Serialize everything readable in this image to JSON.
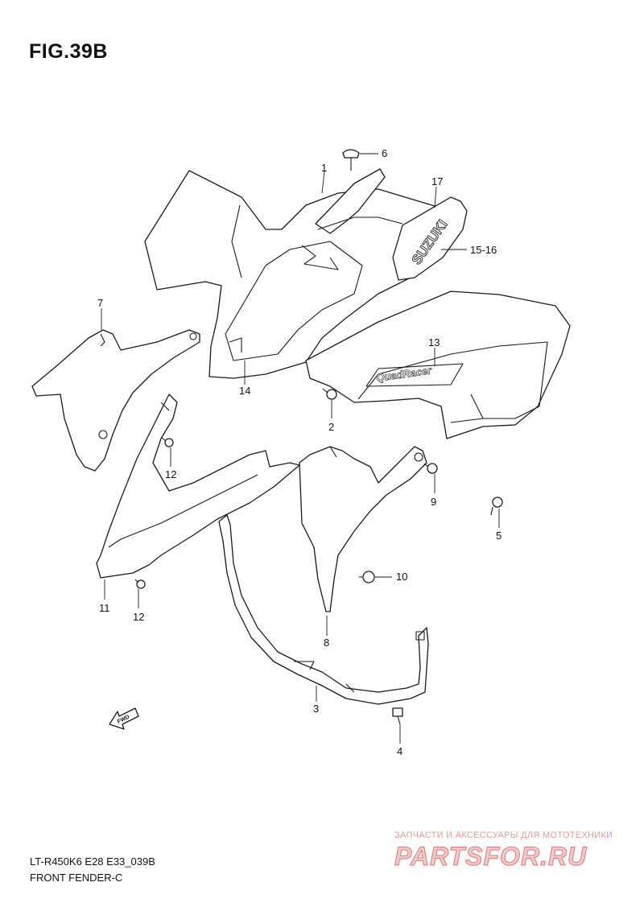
{
  "figure": {
    "title": "FIG.39B",
    "model_code": "LT-R450K6 E28 E33_039B",
    "name": "FRONT FENDER-C"
  },
  "decals": {
    "brand": "SUZUKI",
    "model": "QuadRacer"
  },
  "callouts": {
    "c1": "1",
    "c2": "2",
    "c3": "3",
    "c4": "4",
    "c5": "5",
    "c6": "6",
    "c7": "7",
    "c8": "8",
    "c9": "9",
    "c10": "10",
    "c11": "11",
    "c12a": "12",
    "c12b": "12",
    "c13": "13",
    "c14": "14",
    "c15_16": "15-16",
    "c17": "17"
  },
  "fwd_label": "FWD",
  "watermark": {
    "tagline": "ЗАПЧАСТИ И АКСЕССУАРЫ ДЛЯ МОТОТЕХНИКИ",
    "brand": "PARTSFOR.RU"
  }
}
